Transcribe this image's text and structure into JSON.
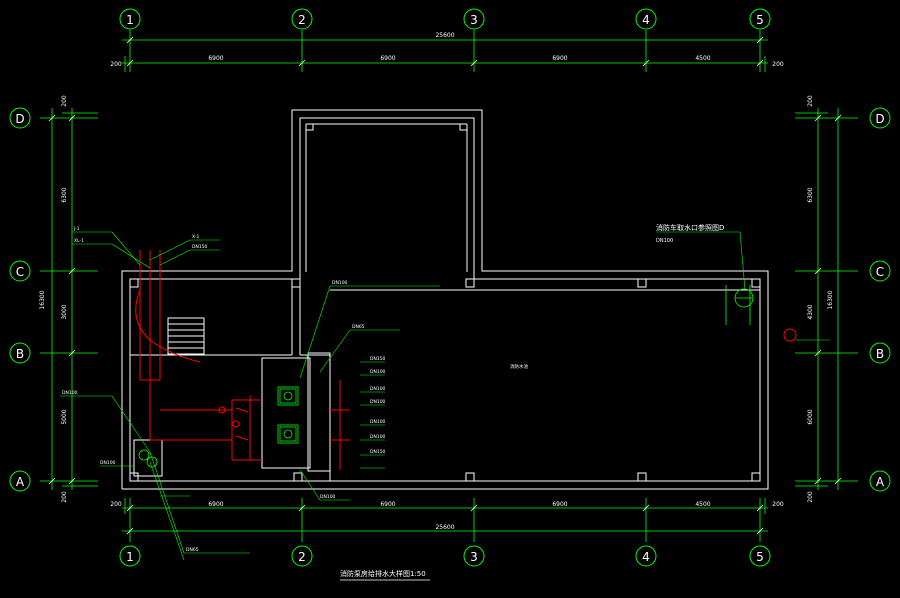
{
  "axes": {
    "numbers": [
      "1",
      "2",
      "3",
      "4",
      "5"
    ],
    "letters_left": [
      "D",
      "C",
      "B",
      "A"
    ],
    "letters_right": [
      "D",
      "C",
      "B",
      "A"
    ]
  },
  "dimensions": {
    "top_total": "25600",
    "top_spans": [
      "6900",
      "6900",
      "6900",
      "4500"
    ],
    "top_edge_left": "200",
    "top_edge_right": "200",
    "bottom_total": "25600",
    "bottom_spans": [
      "6900",
      "6900",
      "6900",
      "4500"
    ],
    "bottom_edge_left": "200",
    "bottom_edge_right": "200",
    "left_total": "16300",
    "left_spans": [
      "6300",
      "3000",
      "5000"
    ],
    "left_edge_top": "200",
    "left_edge_bottom": "200",
    "right_total": "16300",
    "right_spans": [
      "6300",
      "4300",
      "6000"
    ],
    "right_edge_top": "200",
    "right_edge_bottom": "200"
  },
  "labels": {
    "drawing_title": "消防泵房给排水大样图1:50",
    "hydrant_title": "消防车取水口参照图D",
    "hydrant_sub": "DN100",
    "room_label": "消防水池",
    "pipe_labels": [
      "J-1",
      "XL-1",
      "X-1",
      "DN150",
      "DN100",
      "DN100",
      "DN100",
      "DN65",
      "DN150",
      "DN100",
      "DN100",
      "DN100",
      "DN100",
      "DN100",
      "DN150",
      "DN100",
      "DN65"
    ]
  },
  "colors": {
    "green": "#00ff00",
    "white": "#ffffff",
    "red": "#ff0000",
    "background": "#000000"
  }
}
